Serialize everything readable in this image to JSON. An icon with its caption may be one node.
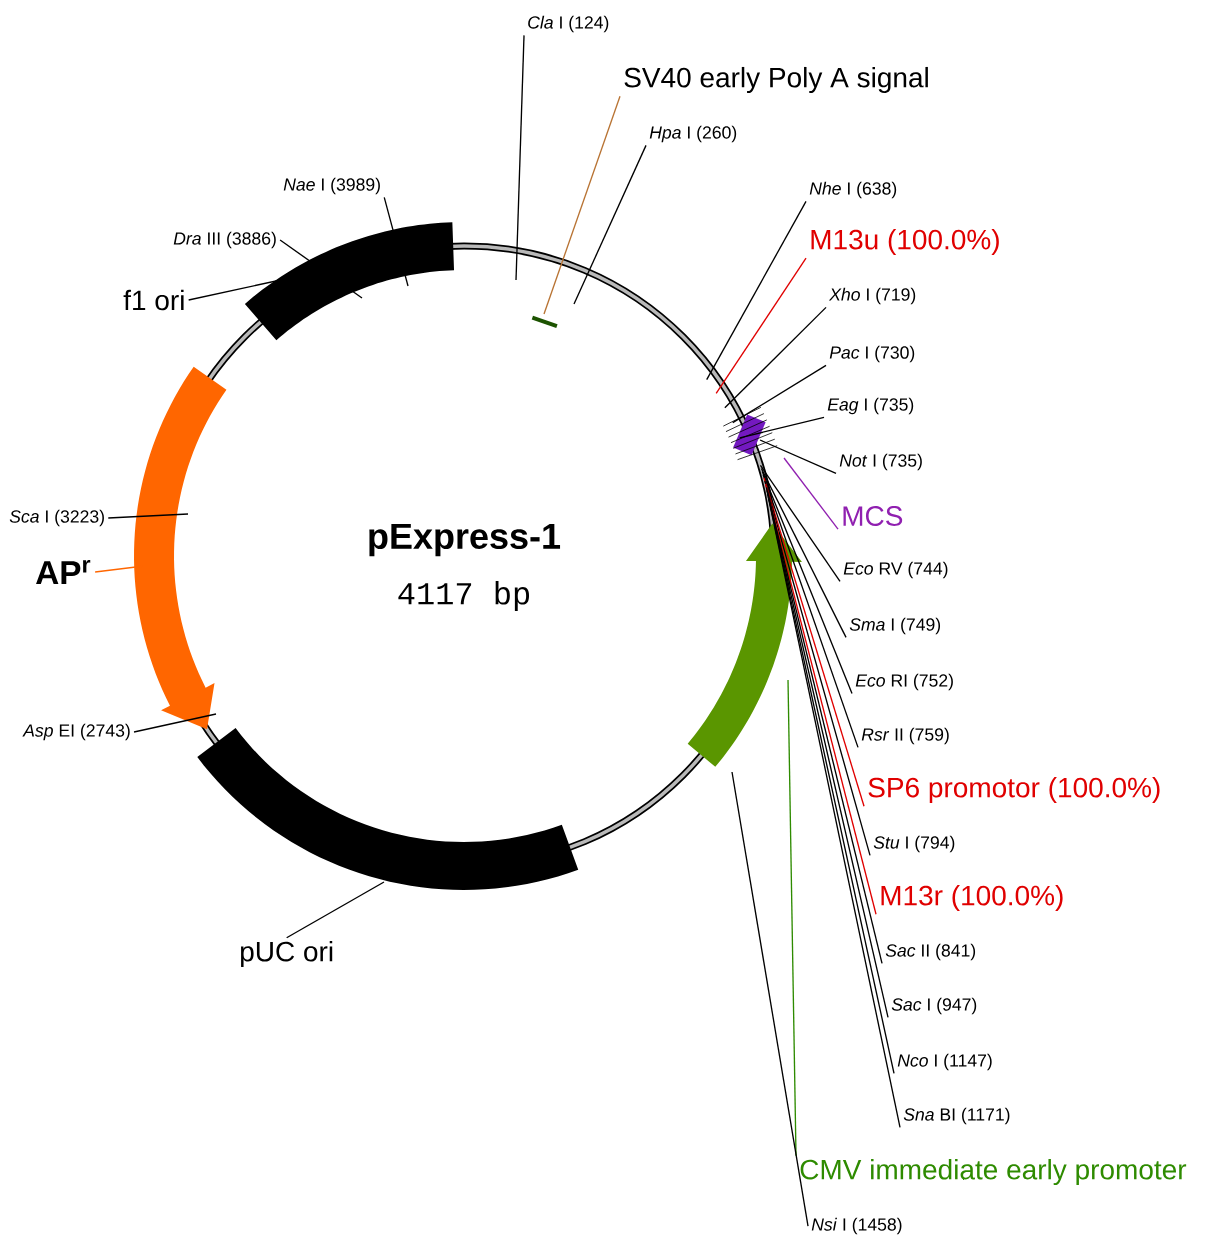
{
  "diagram": {
    "title": "pExpress-1",
    "nodes": [
      {
        "text": [
          "*Cla* I (124)"
        ]
      },
      {
        "text": [
          "SV40 early Poly A signal"
        ]
      },
      {
        "text": [
          "*Hpa* I (260)"
        ]
      },
      {
        "text": [
          "*Nae* I (3989)"
        ]
      },
      {
        "text": [
          "*Dra* III (3886)"
        ]
      },
      {
        "text": [
          "f1 ori"
        ]
      },
      {
        "text": [
          "*Nhe* I (638)"
        ]
      },
      {
        "text": [
          "M13u (100.0%)"
        ]
      },
      {
        "text": [
          "*Xho* I (719)"
        ]
      },
      {
        "text": [
          "*Pac* I (730)"
        ]
      },
      {
        "text": [
          "*Eag* I (735)"
        ]
      },
      {
        "text": [
          "*Not* I (735)"
        ]
      },
      {
        "text": [
          "MCS"
        ]
      },
      {
        "text": [
          "*Eco* RV (744)"
        ]
      },
      {
        "text": [
          "*Sma* I (749)"
        ]
      },
      {
        "text": [
          "*Eco* RI (752)"
        ]
      },
      {
        "text": [
          "*Rsr* II (759)"
        ]
      },
      {
        "text": [
          "SP6 promotor (100.0%)"
        ]
      },
      {
        "text": [
          "*Stu* I (794)"
        ]
      },
      {
        "text": [
          "M13r (100.0%)"
        ]
      },
      {
        "text": [
          "*Sac* II (841)"
        ]
      },
      {
        "text": [
          "*Sac* I (947)"
        ]
      },
      {
        "text": [
          "*Nco* I (1147)"
        ]
      },
      {
        "text": [
          "*Sna* BI (1171)"
        ]
      },
      {
        "text": [
          "CMV immediate early promoter"
        ]
      },
      {
        "text": [
          "*Nsi* I (1458)"
        ]
      },
      {
        "text": [
          "*Sca* I (3223)"
        ]
      },
      {
        "text": [
          "AP$^{r}$"
        ]
      },
      {
        "text": [
          "*Asp* EI (2743)"
        ]
      },
      {
        "text": [
          "pUC ori"
        ]
      }
    ],
    "edges": [
      {
        "from": 0,
        "to": null,
        "arrow": "none"
      },
      {
        "from": 1,
        "to": null,
        "arrow": "none",
        "color": "#b87333"
      },
      {
        "from": 2,
        "to": null,
        "arrow": "none"
      },
      {
        "from": 3,
        "to": null,
        "arrow": "none"
      },
      {
        "from": 4,
        "to": null,
        "arrow": "none"
      },
      {
        "from": 5,
        "to": null,
        "arrow": "none"
      },
      {
        "from": 6,
        "to": null,
        "arrow": "none"
      },
      {
        "from": 7,
        "to": null,
        "arrow": "none",
        "color": "#e00000"
      },
      {
        "from": 8,
        "to": null,
        "arrow": "none"
      },
      {
        "from": 9,
        "to": null,
        "arrow": "none"
      },
      {
        "from": 10,
        "to": null,
        "arrow": "none"
      },
      {
        "from": 11,
        "to": null,
        "arrow": "none"
      },
      {
        "from": 12,
        "to": null,
        "arrow": "none",
        "color": "#9020b0"
      },
      {
        "from": 13,
        "to": null,
        "arrow": "none"
      },
      {
        "from": 14,
        "to": null,
        "arrow": "none"
      },
      {
        "from": 15,
        "to": null,
        "arrow": "none"
      },
      {
        "from": 16,
        "to": null,
        "arrow": "none"
      },
      {
        "from": 17,
        "to": null,
        "arrow": "none",
        "color": "#e00000"
      },
      {
        "from": 18,
        "to": null,
        "arrow": "none"
      },
      {
        "from": 19,
        "to": null,
        "arrow": "none",
        "color": "#e00000"
      },
      {
        "from": 20,
        "to": null,
        "arrow": "none"
      },
      {
        "from": 21,
        "to": null,
        "arrow": "none"
      },
      {
        "from": 22,
        "to": null,
        "arrow": "none"
      },
      {
        "from": 23,
        "to": null,
        "arrow": "none"
      },
      {
        "from": 24,
        "to": null,
        "arrow": "none",
        "color": "#2e8b00"
      },
      {
        "from": 25,
        "to": null,
        "arrow": "none"
      },
      {
        "from": 26,
        "to": null,
        "arrow": "none"
      },
      {
        "from": 27,
        "to": null,
        "arrow": "none",
        "color": "#ff6600"
      },
      {
        "from": 28,
        "to": null,
        "arrow": "none"
      },
      {
        "from": 29,
        "to": null,
        "arrow": "none"
      }
    ],
    "labels": [
      "4117 bp"
    ]
  }
}
